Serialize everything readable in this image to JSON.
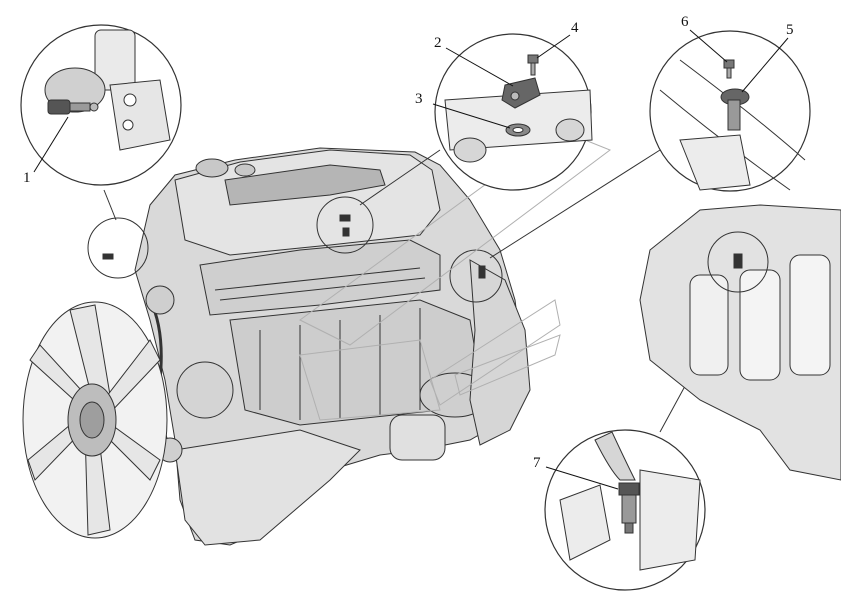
{
  "callouts": [
    {
      "id": "1",
      "text": "1"
    },
    {
      "id": "2",
      "text": "2"
    },
    {
      "id": "3",
      "text": "3"
    },
    {
      "id": "4",
      "text": "4"
    },
    {
      "id": "5",
      "text": "5"
    },
    {
      "id": "6",
      "text": "6"
    },
    {
      "id": "7",
      "text": "7"
    }
  ],
  "colors": {
    "line": "#333333",
    "engine_fill": "#d9d9d9",
    "shade": "#b5b5b5",
    "detail_fill": "#ffffff",
    "background": "#ffffff"
  }
}
